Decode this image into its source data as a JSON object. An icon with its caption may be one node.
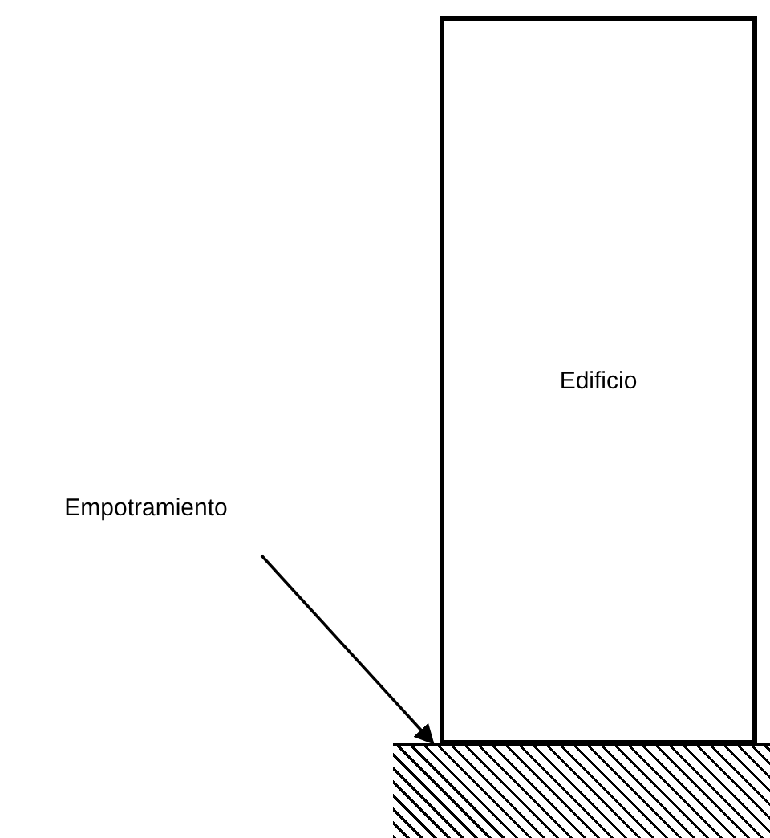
{
  "diagram": {
    "nodes": [
      {
        "text": [
          "Edificio"
        ]
      },
      {
        "text": [
          "Empotramiento"
        ]
      },
      {
        "text": [],
        "shape": "box"
      }
    ],
    "edges": [
      {
        "from": 1,
        "to": 2,
        "arrow": "to"
      }
    ]
  }
}
